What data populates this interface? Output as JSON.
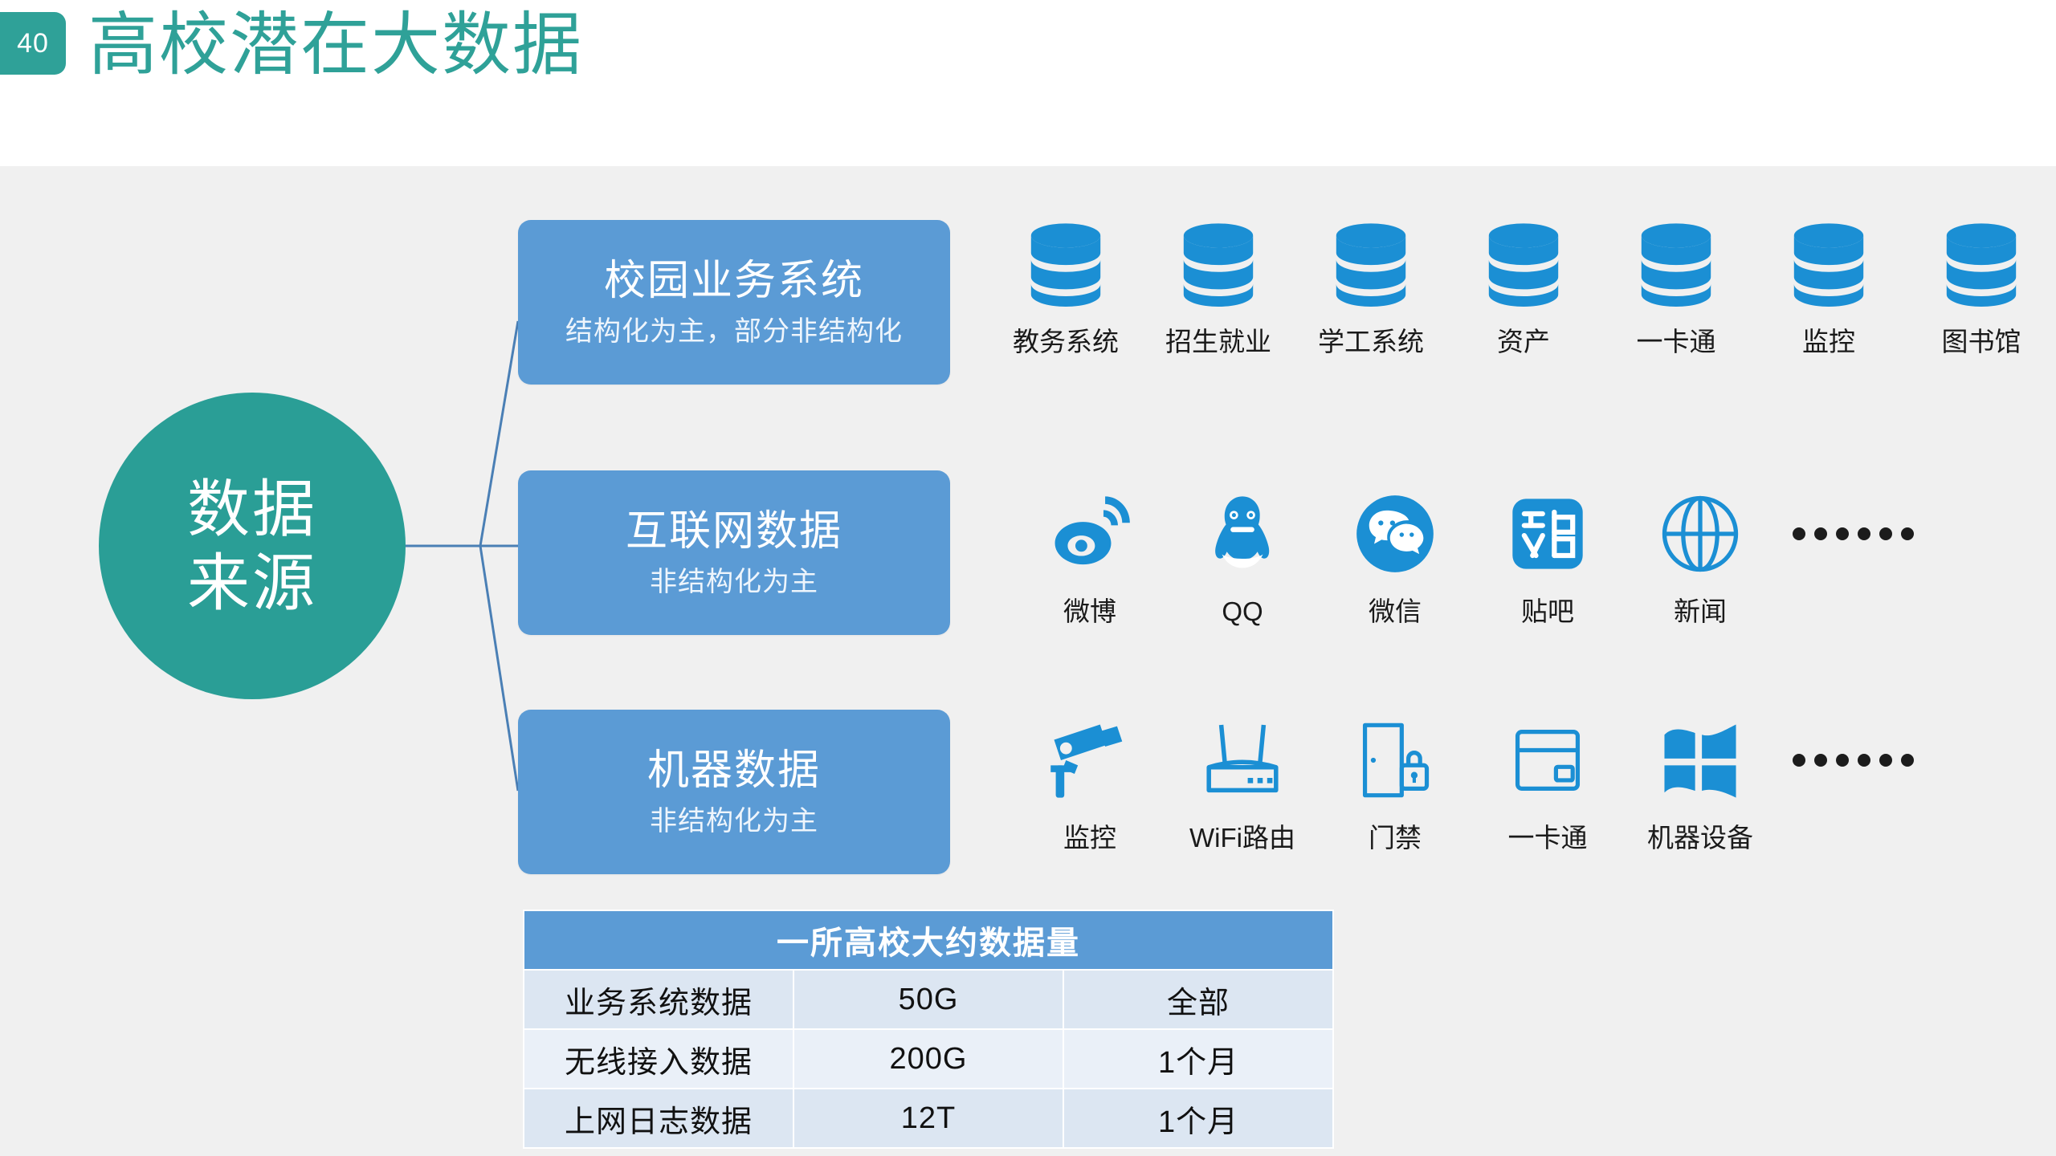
{
  "header": {
    "page_number": "40",
    "title": "高校潜在大数据"
  },
  "hub": {
    "line1": "数据",
    "line2": "来源",
    "color": "#2a9e96"
  },
  "categories": [
    {
      "title": "校园业务系统",
      "subtitle": "结构化为主，部分非结构化"
    },
    {
      "title": "互联网数据",
      "subtitle": "非结构化为主"
    },
    {
      "title": "机器数据",
      "subtitle": "非结构化为主"
    }
  ],
  "rows": [
    {
      "icons": [
        {
          "icon": "database-icon",
          "label": "教务系统"
        },
        {
          "icon": "database-icon",
          "label": "招生就业"
        },
        {
          "icon": "database-icon",
          "label": "学工系统"
        },
        {
          "icon": "database-icon",
          "label": "资产"
        },
        {
          "icon": "database-icon",
          "label": "一卡通"
        },
        {
          "icon": "database-icon",
          "label": "监控"
        },
        {
          "icon": "database-icon",
          "label": "图书馆"
        }
      ],
      "ellipsis": false
    },
    {
      "icons": [
        {
          "icon": "weibo-icon",
          "label": "微博"
        },
        {
          "icon": "qq-icon",
          "label": "QQ"
        },
        {
          "icon": "wechat-icon",
          "label": "微信"
        },
        {
          "icon": "tieba-icon",
          "label": "贴吧"
        },
        {
          "icon": "globe-news-icon",
          "label": "新闻"
        }
      ],
      "ellipsis": true
    },
    {
      "icons": [
        {
          "icon": "cctv-camera-icon",
          "label": "监控"
        },
        {
          "icon": "wifi-router-icon",
          "label": "WiFi路由"
        },
        {
          "icon": "door-lock-icon",
          "label": "门禁"
        },
        {
          "icon": "id-card-icon",
          "label": "一卡通"
        },
        {
          "icon": "windows-logo-icon",
          "label": "机器设备"
        }
      ],
      "ellipsis": true
    }
  ],
  "table": {
    "header": "一所高校大约数据量",
    "rows": [
      {
        "name": "业务系统数据",
        "size": "50G",
        "retention": "全部"
      },
      {
        "name": "无线接入数据",
        "size": "200G",
        "retention": "1个月"
      },
      {
        "name": "上网日志数据",
        "size": "12T",
        "retention": "1个月"
      }
    ]
  },
  "colors": {
    "accent_teal": "#2fa198",
    "box_blue": "#5b9bd5",
    "icon_blue": "#1b8fd4",
    "panel_bg": "#f0f0f0"
  }
}
